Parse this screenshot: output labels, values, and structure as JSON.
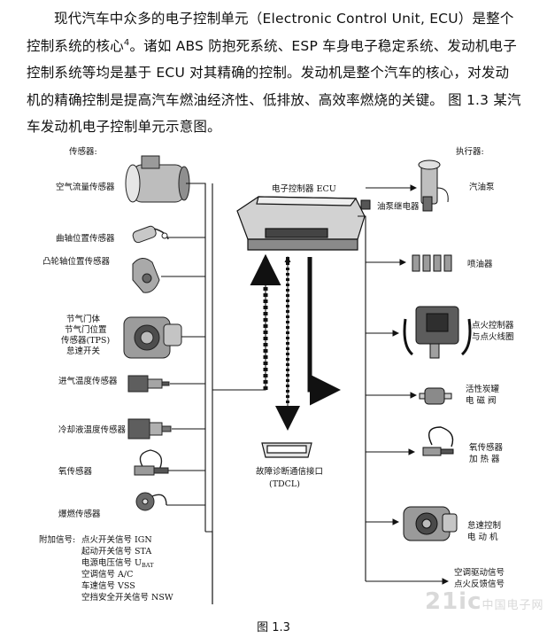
{
  "paragraph": {
    "part1": "现代汽车中众多的电子控制单元（Electronic Control Unit, ECU）是整个控制系统的核心",
    "ref": "4",
    "part2": "。诸如 ABS 防抱死系统、ESP 车身电子稳定系统、发动机电子控制系统等均是基于 ECU 对其精确的控制。发动机是整个汽车的核心，对发动机的精确控制是提高汽车燃油经济性、低排放、高效率燃烧的关键。 图 1.3 某汽车发动机电子控制单元示意图。"
  },
  "diagram": {
    "sensors_title": "传感器:",
    "actuators_title": "执行器:",
    "ecu_label": "电子控制器 ECU",
    "relay_label": "油泵继电器",
    "diag_label_1": "故障诊断通信接口",
    "diag_label_2": "(TDCL)",
    "sensors": [
      {
        "lines": [
          "空气流量传感器"
        ]
      },
      {
        "lines": [
          "曲轴位置传感器"
        ]
      },
      {
        "lines": [
          "凸轮轴位置传感器"
        ]
      },
      {
        "lines": [
          "节气门体",
          "节气门位置",
          "传感器(TPS)",
          "怠速开关"
        ]
      },
      {
        "lines": [
          "进气温度传感器"
        ]
      },
      {
        "lines": [
          "冷却液温度传感器"
        ]
      },
      {
        "lines": [
          "氧传感器"
        ]
      },
      {
        "lines": [
          "爆燃传感器"
        ]
      }
    ],
    "additional_signals": {
      "title": "附加信号:",
      "items": [
        "点火开关信号 IGN",
        "起动开关信号 STA",
        "电源电压信号 U",
        "空调信号 A/C",
        "车速信号 VSS",
        "空挡安全开关信号 NSW"
      ],
      "ubat_sub": "BAT"
    },
    "actuators": [
      {
        "lines": [
          "汽油泵"
        ]
      },
      {
        "lines": [
          "喷油器"
        ]
      },
      {
        "lines": [
          "点火控制器",
          "与点火线圈"
        ]
      },
      {
        "lines": [
          "活性炭罐",
          "电  磁  阀"
        ]
      },
      {
        "lines": [
          "氧传感器",
          "加  热  器"
        ]
      },
      {
        "lines": [
          "怠速控制",
          "电  动  机"
        ]
      },
      {
        "lines": [
          "空调驱动信号",
          "点火反馈信号"
        ]
      }
    ]
  },
  "caption": "图 1.3",
  "watermark": {
    "main": "21ic",
    "sub": "中国电子网"
  }
}
